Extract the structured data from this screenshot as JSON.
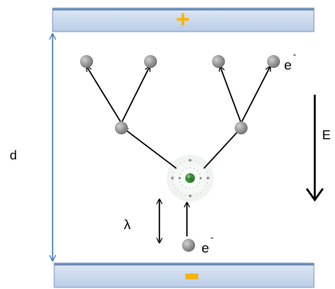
{
  "labels": {
    "top_plate_sign": "+",
    "bottom_plate_sign": "-",
    "gap": "d",
    "field": "E",
    "mean_free_path": "λ",
    "electron_top": "e",
    "electron_top_sup": "-",
    "electron_bottom": "e",
    "electron_bottom_sup": "-"
  },
  "colors": {
    "plate_fill": "#c7d7ec",
    "plate_edge": "#5a7fb0",
    "sign_color": "#f6b400",
    "dimension_line": "#4f81bd",
    "electron_fill": "#8a8a8a",
    "nucleus": "#3a8a3a"
  }
}
